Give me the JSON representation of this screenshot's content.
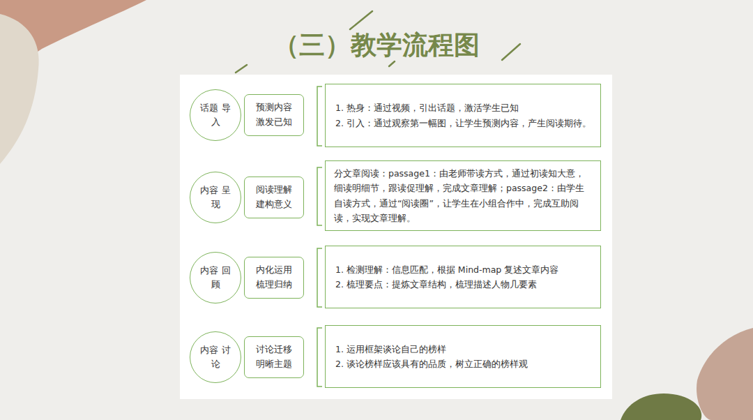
{
  "diagram": {
    "title": "（三）教学流程图",
    "nodes": [
      {
        "text": [
          "话题 导入"
        ]
      },
      {
        "text": [
          "预测内容 激发已知"
        ]
      },
      {
        "text": [
          "1.  热身：通过视频，引出话题，激活学生已知",
          "2.  引入：通过观察第一幅图，让学生预测内容，产生阅读期待。"
        ]
      },
      {
        "text": [
          "内容 呈现"
        ]
      },
      {
        "text": [
          "阅读理解 建构意义"
        ]
      },
      {
        "text": [
          "分文章阅读：passage1：由老师带读方式，通过初读知大意，细读明细节，跟读促理解，完成文章理解；passage2：由学生自读方式，通过“阅读圈”，让学生在小组合作中，完成互助阅读，实现文章理解。"
        ]
      },
      {
        "text": [
          "内容 回顾"
        ]
      },
      {
        "text": [
          "内化运用 梳理归纳"
        ]
      },
      {
        "text": [
          "1.  检测理解：信息匹配，根据 Mind-map 复述文章内容",
          "2.  梳理要点：提炼文章结构，梳理描述人物几要素"
        ]
      },
      {
        "text": [
          "内容 讨论"
        ]
      },
      {
        "text": [
          "讨论迁移 明晰主题"
        ]
      },
      {
        "text": [
          "1.  运用框架谈论自己的榜样",
          "2.  谈论榜样应该具有的品质，树立正确的榜样观"
        ]
      }
    ]
  }
}
